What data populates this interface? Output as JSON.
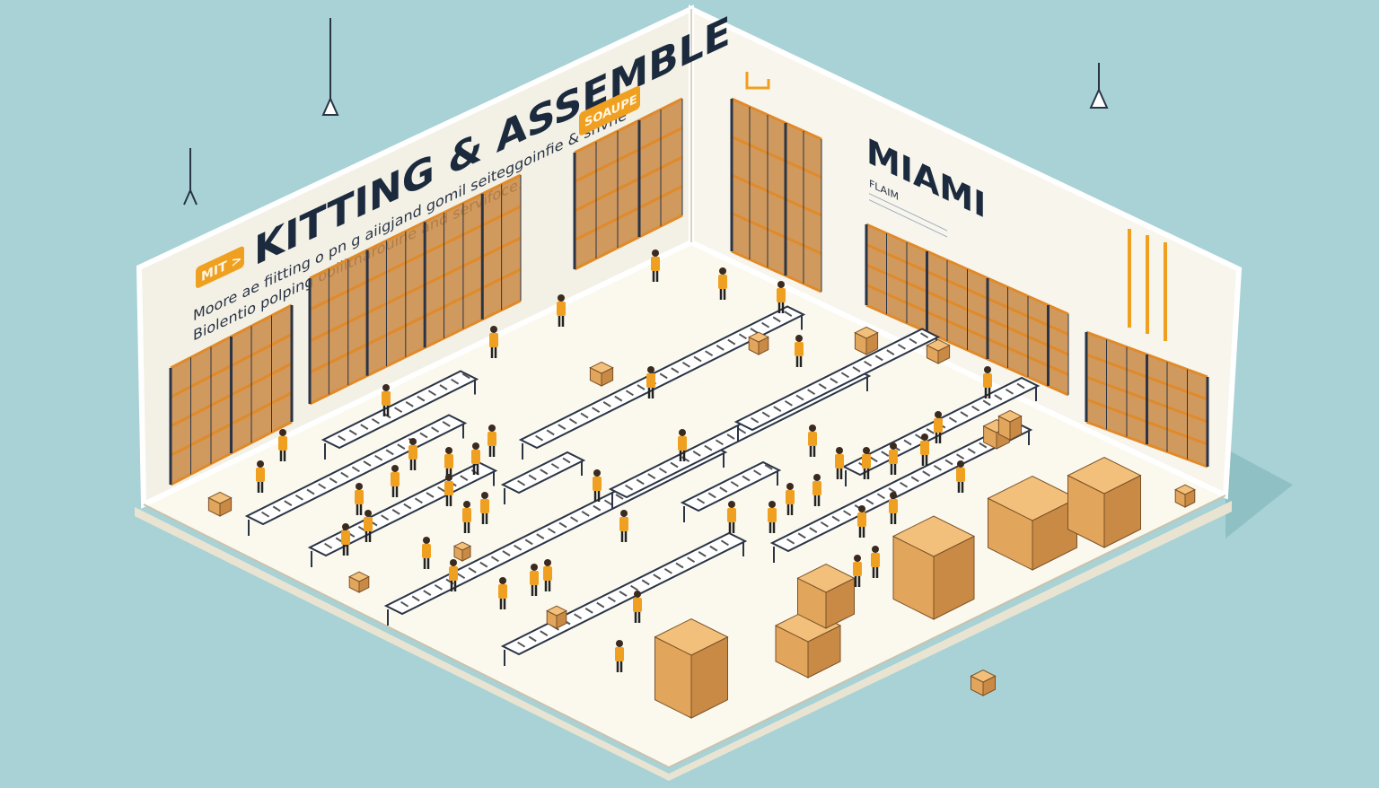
{
  "left_wall": {
    "headline": "KITTING & ASSEMBLE",
    "subtext_line1": "Moore ae fiitting o pn g aiigjand gomil seiteggoinfie & snvne",
    "subtext_line2": "Biolentio polping ooiiitnarouine and servifoce.",
    "sign_left": "MIT >",
    "sign_right": "SOAUPE"
  },
  "right_wall": {
    "title": "MIAMI",
    "subtitle": "FLAIM"
  },
  "colors": {
    "background": "#a8d2d5",
    "floor": "#fbf9ee",
    "wall": "#f3f1e6",
    "accent_orange": "#f0a020",
    "box": "#e2a55c",
    "shelf": "#2a3446"
  }
}
